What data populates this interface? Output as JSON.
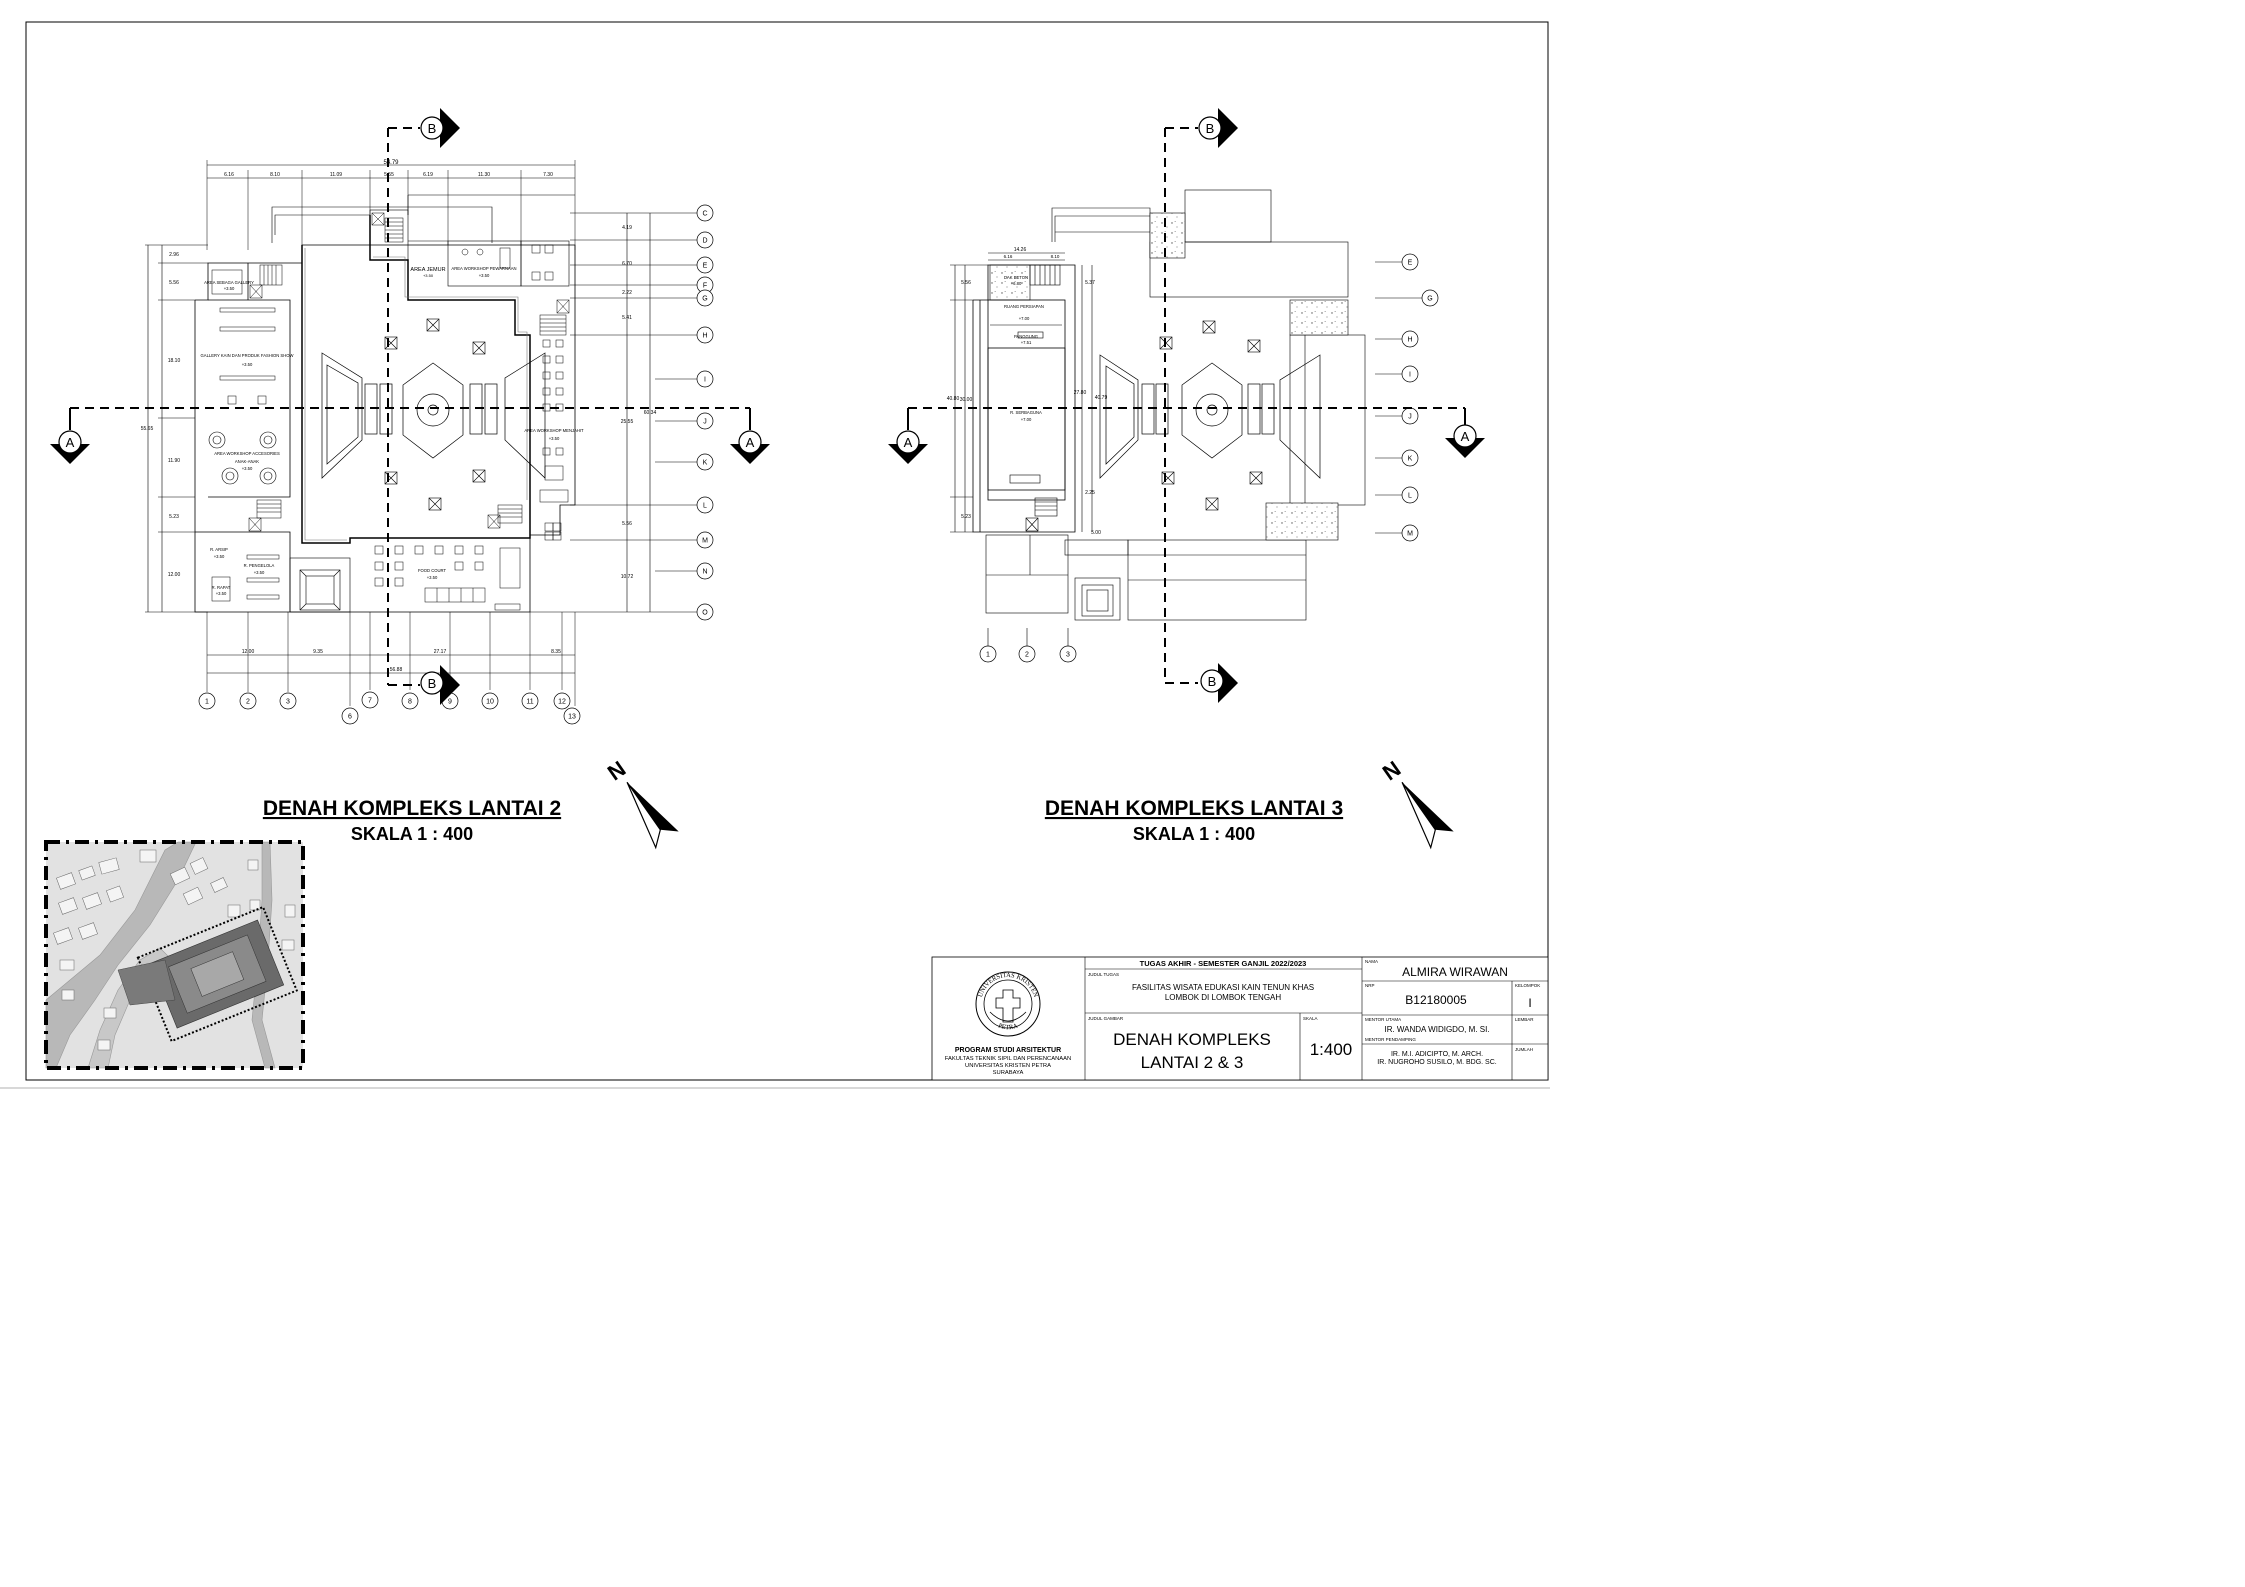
{
  "plan2": {
    "title": "DENAH KOMPLEKS LANTAI 2",
    "scale": "SKALA 1 : 400",
    "rooms": {
      "area_jemur": "AREA JEMUR",
      "area_jemur_lvl": "+3.50",
      "workshop_pewarnaan": "AREA WORKSHOP PEWARNAAN",
      "workshop_pewarnaan_lvl": "+3.50",
      "area_sebaga": "AREA SEBAGA GALLERY",
      "area_sebaga_lvl": "+3.50",
      "gallery": "GALLERY KAIN DAN PRODUK FASHION SHOW",
      "gallery_lvl": "+3.50",
      "workshop_acc": "AREA WORKSHOP ACCESORIES",
      "anak_anak": "ANAK-ANAK",
      "anak_lvl": "+3.50",
      "workshop_menjahit": "AREA WORKSHOP MENJAHIT",
      "menjahit_lvl": "+3.50",
      "r_arsip": "R. ARSIP",
      "arsip_lvl": "+3.50",
      "r_pengelola": "R. PENGELOLA",
      "pengelola_lvl": "+3.50",
      "r_rapat": "R. RAPAT",
      "rapat_lvl": "+3.50",
      "food_court": "FOOD COURT",
      "food_court_lvl": "+3.50"
    },
    "dims_top": [
      "6.16",
      "8.10",
      "11.09",
      "5.55",
      "6.19",
      "11.30",
      "7.30"
    ],
    "dim_total_top": "54.79",
    "dims_left": [
      "2.96",
      "5.56",
      "18.10",
      "11.90",
      "5.23",
      "12.00"
    ],
    "dim_total_left": "55.65",
    "dims_right": [
      "4.19",
      "6.70",
      "2.22",
      "5.41",
      "25.55",
      "5.56",
      "10.72"
    ],
    "dim_total_right": "60.34",
    "dims_bottom": [
      "12.00",
      "9.35",
      "27.17",
      "8.35"
    ],
    "dim_total_bottom": "56.88",
    "grid_rows": [
      "C",
      "D",
      "E",
      "F",
      "G",
      "H",
      "I",
      "J",
      "K",
      "L",
      "M",
      "N",
      "O"
    ],
    "grid_cols": [
      "1",
      "2",
      "3",
      "6",
      "7",
      "8",
      "9",
      "10",
      "11",
      "12",
      "13"
    ],
    "section_a": "A",
    "section_b": "B"
  },
  "plan3": {
    "title": "DENAH KOMPLEKS LANTAI 3",
    "scale": "SKALA 1 : 400",
    "rooms": {
      "dak_beton": "DAK BETON",
      "dak_lvl": "+6.80",
      "ruang_persiapan": "RUANG PERSIAPAN",
      "persiapan_lvl": "+7.00",
      "panggung": "PANGGUNG",
      "panggung_lvl": "+7.51",
      "serbaguna": "R. SERBAGUNA",
      "serbaguna_lvl": "+7.00"
    },
    "dims_top": [
      "14.26",
      "6.16",
      "8.10"
    ],
    "dims_left": [
      "5.56",
      "40.80",
      "30.00",
      "5.23"
    ],
    "dims_right": [
      "5.37",
      "27.80",
      "40.79",
      "2.25",
      "5.00"
    ],
    "grid_rows": [
      "E",
      "G",
      "H",
      "I",
      "J",
      "K",
      "L",
      "M"
    ],
    "grid_cols": [
      "1",
      "2",
      "3"
    ],
    "section_a": "A",
    "section_b": "B"
  },
  "title_block": {
    "institution_program": "PROGRAM STUDI ARSITEKTUR",
    "institution_faculty": "FAKULTAS TEKNIK SIPIL DAN PERENCANAAN",
    "institution_univ": "UNIVERSITAS KRISTEN PETRA",
    "institution_city": "SURABAYA",
    "logo_text_top": "UNIVERSITAS KRISTEN",
    "logo_text_bottom": "PETRA",
    "tugas_header": "TUGAS AKHIR - SEMESTER GANJIL 2022/2023",
    "judul_tugas_label": "JUDUL TUGAS",
    "judul_tugas_line1": "FASILITAS WISATA EDUKASI KAIN TENUN KHAS",
    "judul_tugas_line2": "LOMBOK DI LOMBOK TENGAH",
    "judul_gambar_label": "JUDUL GAMBAR",
    "judul_gambar_line1": "DENAH KOMPLEKS",
    "judul_gambar_line2": "LANTAI 2 & 3",
    "skala_label": "SKALA",
    "skala_value": "1:400",
    "nama_label": "NAMA",
    "nama_value": "ALMIRA WIRAWAN",
    "nrp_label": "NRP",
    "nrp_value": "B12180005",
    "kelompok_label": "KELOMPOK",
    "kelompok_value": "I",
    "mentor_utama_label": "MENTOR UTAMA",
    "mentor_utama_value": "IR. WANDA WIDIGDO, M. SI.",
    "lembar_label": "LEMBAR",
    "mentor_pendamping_label": "MENTOR PENDAMPING",
    "mentor_pendamping_1": "IR. M.I. ADICIPTO, M. ARCH.",
    "mentor_pendamping_2": "IR. NUGROHO SUSILO, M. BDG. SC.",
    "jumlah_label": "JUMLAH"
  },
  "north_label": "N"
}
